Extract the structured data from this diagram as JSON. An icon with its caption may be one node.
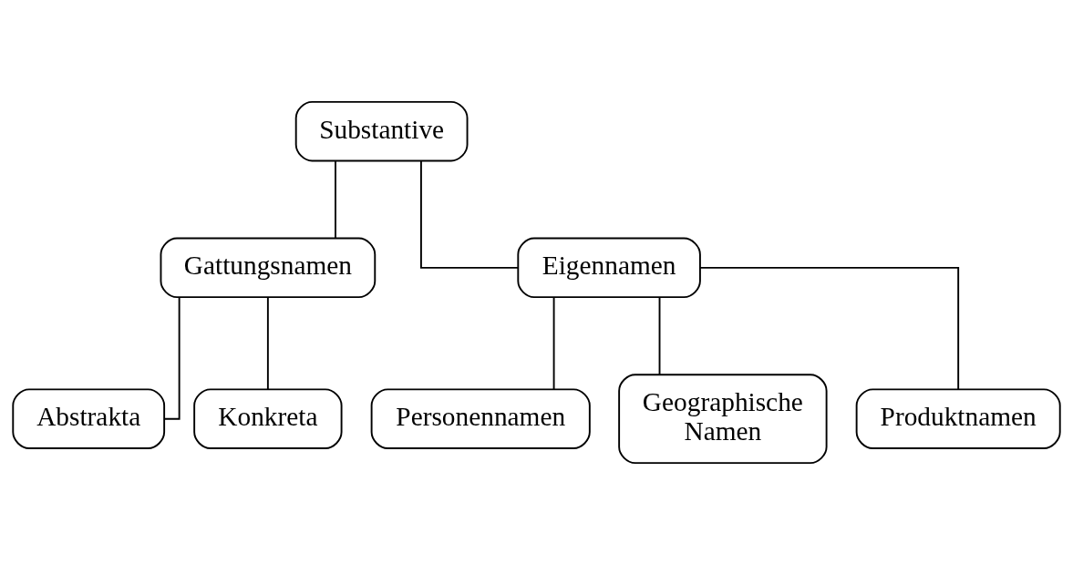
{
  "diagram": {
    "nodes": [
      {
        "text": [
          "Substantive"
        ]
      },
      {
        "text": [
          "Gattungsnamen"
        ]
      },
      {
        "text": [
          "Eigennamen"
        ]
      },
      {
        "text": [
          "Abstrakta"
        ]
      },
      {
        "text": [
          "Konkreta"
        ]
      },
      {
        "text": [
          "Personennamen"
        ]
      },
      {
        "text": [
          "Geographische Namen"
        ]
      },
      {
        "text": [
          "Produktnamen"
        ]
      }
    ],
    "edges": [
      {
        "from": 0,
        "to": 1,
        "arrow": "none"
      },
      {
        "from": 0,
        "to": 2,
        "arrow": "none"
      },
      {
        "from": 1,
        "to": 3,
        "arrow": "none"
      },
      {
        "from": 1,
        "to": 4,
        "arrow": "none"
      },
      {
        "from": 2,
        "to": 5,
        "arrow": "none"
      },
      {
        "from": 2,
        "to": 6,
        "arrow": "none"
      },
      {
        "from": 2,
        "to": 7,
        "arrow": "none"
      }
    ]
  }
}
